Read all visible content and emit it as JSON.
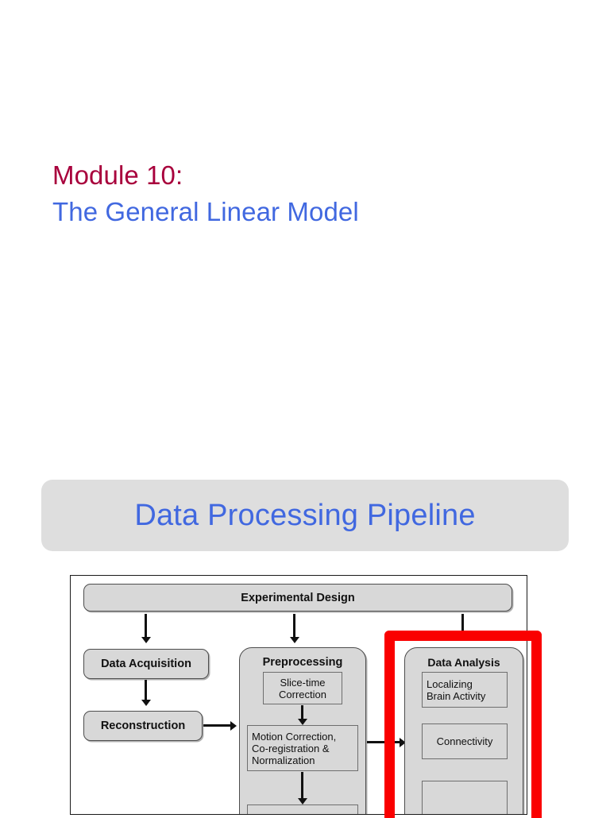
{
  "slide": {
    "title_module": "Module 10:",
    "title_topic": "The General Linear Model",
    "title_module_color": "#a8003c",
    "title_topic_color": "#4168e0"
  },
  "banner": {
    "label": "Data Processing Pipeline",
    "background_color": "#dedede",
    "text_color": "#4168e0"
  },
  "diagram": {
    "nodes": {
      "experimental_design": "Experimental Design",
      "data_acquisition": "Data Acquisition",
      "reconstruction": "Reconstruction",
      "preprocessing": "Preprocessing",
      "data_analysis": "Data Analysis"
    },
    "preprocessing_steps": [
      "Slice-time\nCorrection",
      "Motion Correction,\nCo-registration &\nNormalization"
    ],
    "data_analysis_steps": [
      "Localizing\nBrain Activity",
      "Connectivity"
    ],
    "highlight": {
      "target": "data_analysis",
      "color": "#fa0000"
    },
    "node_fill_color": "#d8d8d8",
    "node_border_color": "#4d4d4d"
  }
}
